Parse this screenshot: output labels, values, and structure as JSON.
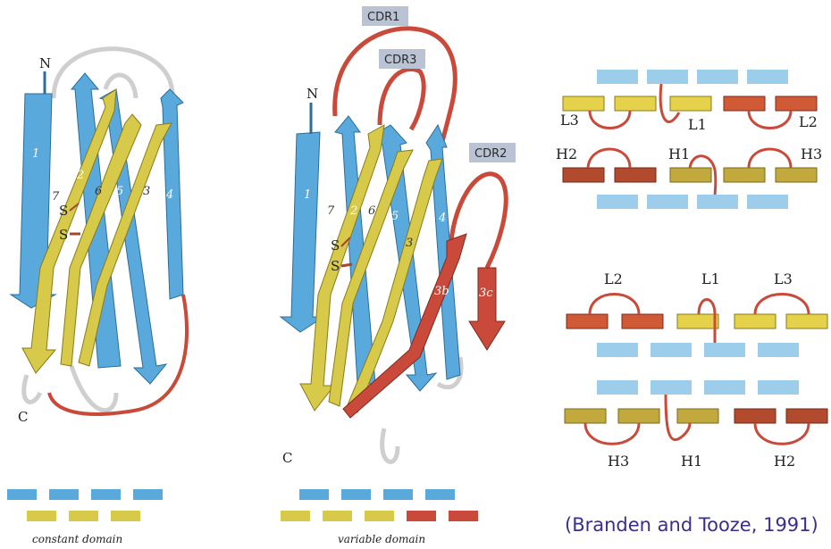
{
  "colors": {
    "blue": "#5aa9dc",
    "yellow": "#d7c94a",
    "red": "#c94a3a",
    "dark_red": "#a8452e",
    "olive": "#b9a13f",
    "connector_grey": "#e4e4e4",
    "label_box": "#b9c3d3",
    "citation": "#3a2f8a"
  },
  "constant_domain": {
    "n_label": "N",
    "c_label": "C",
    "ss_top": "S",
    "ss_bottom": "S",
    "strands": [
      "1",
      "2",
      "3",
      "4",
      "5",
      "6",
      "7"
    ],
    "caption": "constant domain",
    "legend_top_colors": [
      "blue",
      "blue",
      "blue",
      "blue"
    ],
    "legend_bottom_colors": [
      "yellow",
      "yellow",
      "yellow"
    ]
  },
  "variable_domain": {
    "n_label": "N",
    "c_label": "C",
    "ss_top": "S",
    "ss_bottom": "S",
    "strands": [
      "1",
      "2",
      "3",
      "4",
      "5",
      "6",
      "7",
      "3b",
      "3c"
    ],
    "cdr_labels": [
      "CDR1",
      "CDR3",
      "CDR2"
    ],
    "caption": "variable domain",
    "legend_top_colors": [
      "blue",
      "blue",
      "blue",
      "blue"
    ],
    "legend_bottom_colors": [
      "yellow",
      "yellow",
      "yellow",
      "red",
      "red"
    ]
  },
  "topology_top": {
    "labels": [
      "L3",
      "L1",
      "L2",
      "H2",
      "H1",
      "H3"
    ]
  },
  "topology_bottom": {
    "labels": [
      "L2",
      "L1",
      "L3",
      "H3",
      "H1",
      "H2"
    ]
  },
  "citation": "(Branden and Tooze, 1991)"
}
